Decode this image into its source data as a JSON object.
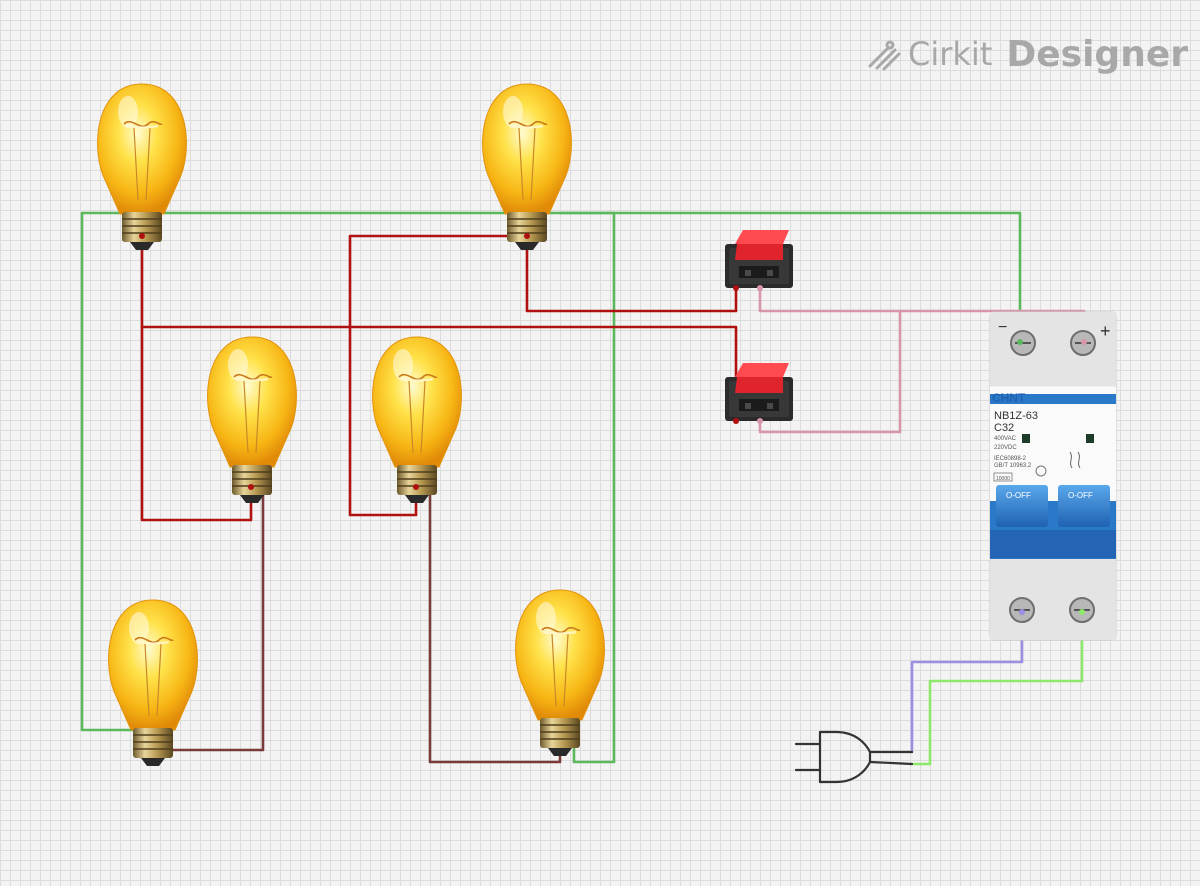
{
  "brand": {
    "name": "Cirkit",
    "product": "Designer",
    "icon": "cirkit-logo-icon"
  },
  "breaker": {
    "brand_label": "CHNT",
    "model": "NB1Z-63",
    "rating": "C32",
    "voltage_ac": "400VAC",
    "voltage_dc": "220VDC",
    "standard1": "IEC60898-2",
    "standard2": "GB/T 10963.2",
    "capacity": "10000",
    "state_left": "O-OFF",
    "state_right": "O-OFF",
    "terminal_neg": "−",
    "terminal_pos": "+"
  },
  "colors": {
    "wire_red": "#b01010",
    "wire_green": "#5cb85c",
    "wire_pink": "#d797a8",
    "wire_brown": "#7a3a3a",
    "wire_purple": "#9a8fe0",
    "wire_lime": "#8ee86a",
    "switch_red": "#e0242c",
    "breaker_blue": "#2a78c8"
  },
  "icons": [
    "bulb-icon",
    "rocker-switch-icon",
    "plug-icon",
    "circuit-breaker-icon"
  ]
}
